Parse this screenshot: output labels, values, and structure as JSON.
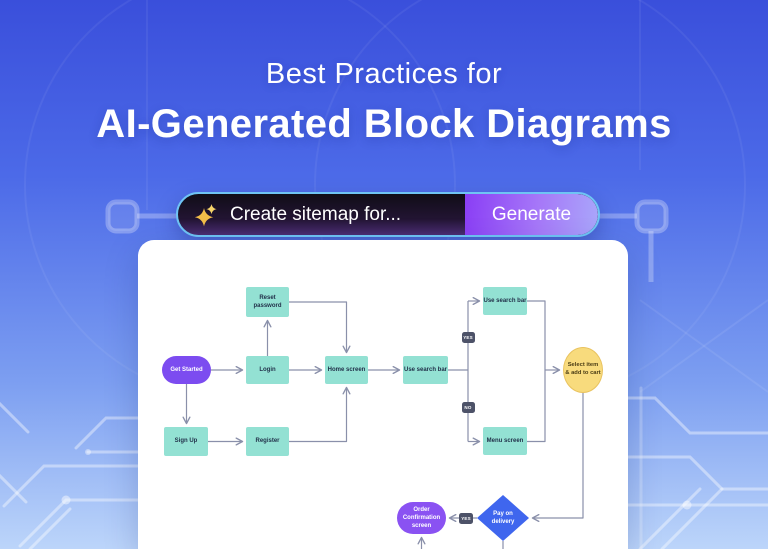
{
  "header": {
    "subtitle": "Best Practices for",
    "title": "AI-Generated Block Diagrams"
  },
  "prompt_bar": {
    "prompt_text": "Create sitemap for...",
    "generate_label": "Generate",
    "icon": "sparkle-icon"
  },
  "colors": {
    "background_top": "#3a4fdb",
    "background_bottom": "#bcd5fa",
    "bar_border_cyan": "#6fc4f4",
    "generate_purple": "#8a3ef5",
    "teal_node": "#93e1d3",
    "purple_node": "#7c4cf0",
    "blue_diamond": "#3f66ee",
    "yellow_circle": "#f8db7d",
    "badge_dark": "#4d5268",
    "edge_line": "#8a90aa",
    "sparkle_gold": "#f2bd49"
  },
  "diagram": {
    "nodes": {
      "get_started": {
        "label": "Get Started"
      },
      "reset_password": {
        "label": "Reset password"
      },
      "login": {
        "label": "Login"
      },
      "home_screen": {
        "label": "Home screen"
      },
      "use_search_bar": {
        "label": "Use search bar"
      },
      "sign_up": {
        "label": "Sign Up"
      },
      "register": {
        "label": "Register"
      },
      "use_search_bar_2": {
        "label": "Use search bar"
      },
      "menu_screen": {
        "label": "Menu screen"
      },
      "select_item": {
        "label": "Select item\n& add to cart"
      },
      "order_confirmation": {
        "label": "Order\nConfirmation\nscreen"
      },
      "pay_on_delivery": {
        "label": "Pay on\ndelivery"
      }
    },
    "badges": {
      "branch_yes": "YES",
      "branch_no": "NO",
      "delivery_yes": "YES"
    }
  }
}
